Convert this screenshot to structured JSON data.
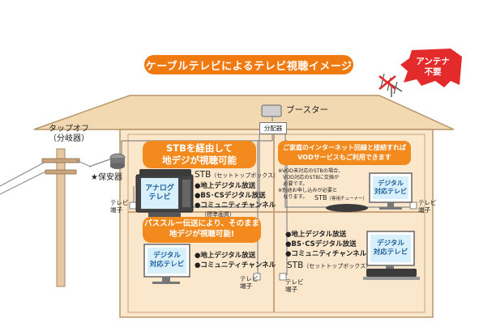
{
  "title": "ケーブルテレビによるテレビ視聴イメージ",
  "antenna_bubble": {
    "line1": "アンテナ",
    "line2": "不要"
  },
  "booster": "ブースター",
  "splitter": "分配器",
  "tap_off": {
    "line1": "タップオフ",
    "line2": "（分岐器）"
  },
  "protector": "★保安器",
  "tv_outlet": {
    "line1": "テレビ",
    "line2": "端子"
  },
  "room_top_left": {
    "callout": {
      "line1": "STBを経由して",
      "line2": "地デジが視聴可能"
    },
    "stb_label": "STB",
    "stb_sub": "（セットトップボックス）",
    "tv_screen": {
      "line1": "アナログ",
      "line2": "テレビ"
    },
    "bullets": [
      "●地上デジタル放送",
      "●BS･CSデジタル放送",
      "●コミュニティチャンネル"
    ],
    "note": "（標準画質）"
  },
  "room_top_right": {
    "callout": {
      "line1": "ご家庭のインターネット回線と接続すれば",
      "line2": "VODサービスもご利用できます"
    },
    "notes": [
      "※VOD未対応のSTBの場合、",
      "　VOD対応のSTBに交換が",
      "　必要です。",
      "※別途お申し込みが必要と",
      "　なります。"
    ],
    "stb_label": "STB",
    "stb_sub": "（専用チューナー）",
    "tv_screen": {
      "line1": "デジタル",
      "line2": "対応テレビ"
    }
  },
  "room_bottom_left": {
    "callout": {
      "line1": "パススルー伝送により、そのまま",
      "line2": "地デジが視聴可能!"
    },
    "tv_screen": {
      "line1": "デジタル",
      "line2": "対応テレビ"
    },
    "bullets": [
      "●地上デジタル放送",
      "●コミュニティチャンネル"
    ]
  },
  "room_bottom_right": {
    "bullets": [
      "●地上デジタル放送",
      "●BS･CSデジタル放送",
      "●コミュニティチャンネル"
    ],
    "stb_label": "STB",
    "stb_sub": "（セットトップボックス）",
    "tv_screen": {
      "line1": "デジタル",
      "line2": "対応テレビ"
    }
  },
  "colors": {
    "orange": "#f07a10",
    "roof": "#f3d9b1",
    "wall": "#fbe7cc",
    "screen": "#d8f0fb",
    "red": "#e32b2b"
  }
}
